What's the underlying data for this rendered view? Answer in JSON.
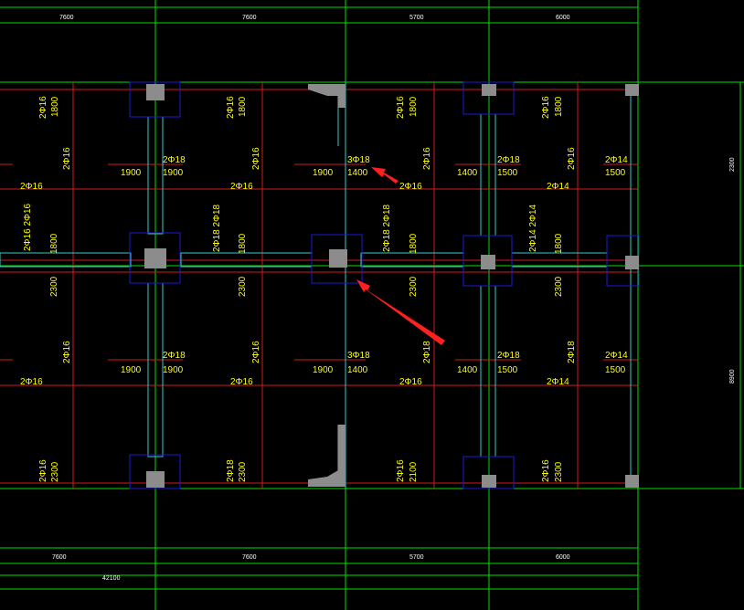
{
  "colors": {
    "background": "#000000",
    "grid": "#00e000",
    "rebar": "#d21c1c",
    "beam": "#3cc8c8",
    "column_outline": "#1a1adc",
    "column_fill": "#8c8c8c",
    "annotation": "#ffff00",
    "dimension_text": "#ffffff",
    "arrow": "#ff2020"
  },
  "dimensions": {
    "top": [
      "7600",
      "7600",
      "5700",
      "6000"
    ],
    "bottom": [
      "7600",
      "7600",
      "5700",
      "6000"
    ],
    "total": "42100",
    "right": [
      "2300",
      "8900"
    ]
  },
  "labels": {
    "rebar": {
      "c1_top": "2Φ16",
      "c1_top_len": "1800",
      "c1_mid_top": "2Φ16",
      "c1_beam_top": "2Φ16",
      "c1_mid_stack": "2Φ16 2Φ16",
      "c1_mid_len": "1800",
      "c1_mid_len2": "2300",
      "c1_lower": "2Φ16",
      "c1_lower_beam": "2Φ16",
      "c1_bot": "2Φ16",
      "c1_bot_len": "2300",
      "b1_top": "2Φ18",
      "b1_top_l": "1900",
      "b1_top_r": "1900",
      "b1_low": "2Φ18",
      "b1_low_l": "1900",
      "b1_low_r": "1900",
      "c2_top": "2Φ16",
      "c2_top_len": "1800",
      "c2_mid_top": "2Φ16",
      "c2_beam_top": "2Φ16",
      "c2_mid_stack": "2Φ18 2Φ18",
      "c2_mid_len": "1800",
      "c2_mid_len2": "2300",
      "c2_lower": "2Φ16",
      "c2_lower_beam": "2Φ16",
      "c2_bot": "2Φ18",
      "c2_bot_len": "2300",
      "b2_top": "3Φ18",
      "b2_top_l": "1900",
      "b2_top_r": "1400",
      "b2_low": "3Φ18",
      "b2_low_l": "1900",
      "b2_low_r": "1400",
      "c3_top": "2Φ16",
      "c3_top_len": "1800",
      "c3_mid_top": "2Φ16",
      "c3_beam_top": "2Φ16",
      "c3_mid_stack": "2Φ18 2Φ18",
      "c3_mid_len": "1800",
      "c3_mid_len2": "2300",
      "c3_lower": "2Φ18",
      "c3_lower_beam": "2Φ16",
      "c3_bot": "2Φ16",
      "c3_bot_len": "2100",
      "b3_top": "2Φ18",
      "b3_top_l": "1400",
      "b3_top_r": "1500",
      "b3_low": "2Φ18",
      "b3_low_l": "1400",
      "b3_low_r": "1500",
      "c4_top": "2Φ16",
      "c4_top_len": "1800",
      "c4_mid_top": "2Φ16",
      "c4_beam_top": "2Φ14",
      "c4_mid_stack": "2Φ14 2Φ14",
      "c4_mid_len": "1800",
      "c4_mid_len2": "2300",
      "c4_lower": "2Φ18",
      "c4_lower_beam": "2Φ14",
      "c4_bot": "2Φ16",
      "c4_bot_len": "2300",
      "b4_top": "2Φ14",
      "b4_top_r": "1500",
      "b4_low": "2Φ14",
      "b4_low_r": "1500"
    }
  }
}
